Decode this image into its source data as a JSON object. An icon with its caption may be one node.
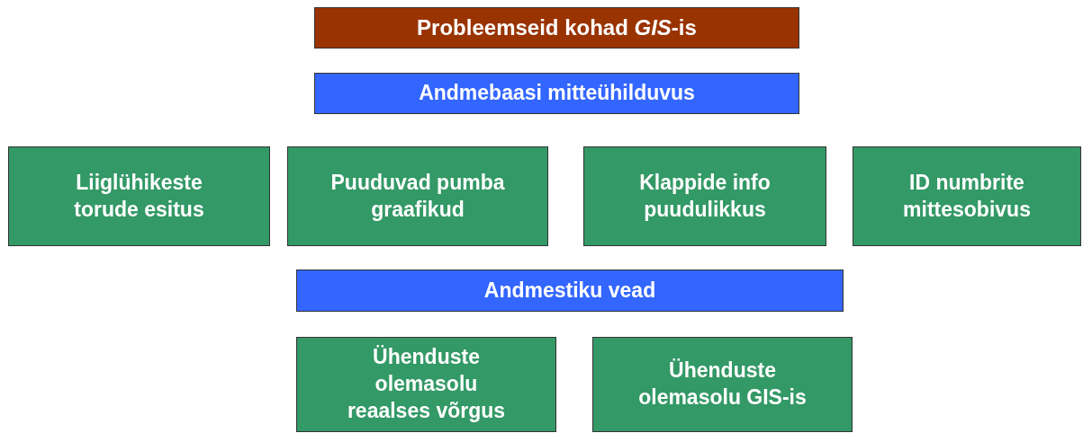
{
  "diagram": {
    "nodes": [
      {
        "text": [
          "Probleemseid kohad *GIS*-is"
        ]
      },
      {
        "text": [
          "Andmebaasi mitteühilduvus"
        ]
      },
      {
        "text": [
          "Liiglühikeste torude esitus"
        ]
      },
      {
        "text": [
          "Puuduvad pumba graafikud"
        ]
      },
      {
        "text": [
          "Klappide info puudulikkus"
        ]
      },
      {
        "text": [
          "ID numbrite mittesobivus"
        ]
      },
      {
        "text": [
          "Andmestiku vead"
        ]
      },
      {
        "text": [
          "Ühenduste olemasolu reaalses võrgus"
        ]
      },
      {
        "text": [
          "Ühenduste olemasolu GIS-is"
        ]
      }
    ]
  }
}
